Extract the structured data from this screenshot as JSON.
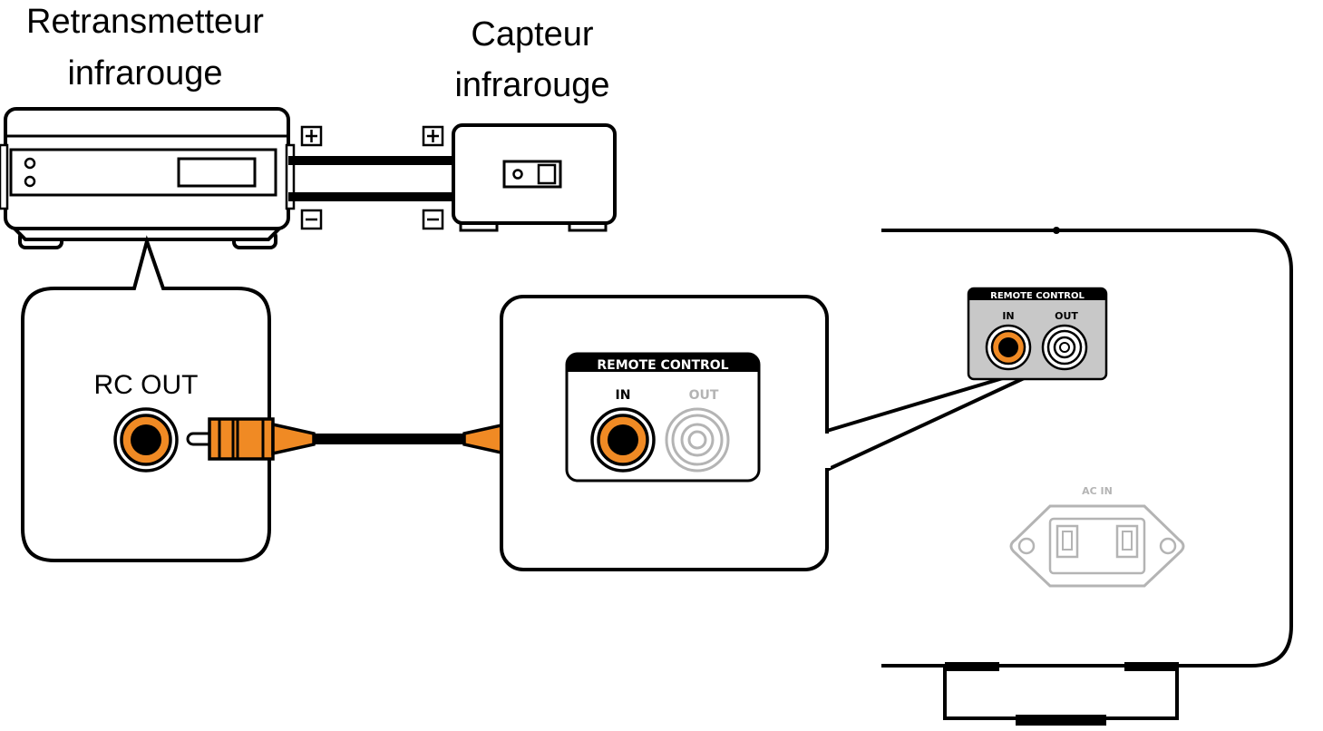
{
  "labels": {
    "retransmitter_line1": "Retransmetteur",
    "retransmitter_line2": "infrarouge",
    "sensor_line1": "Capteur",
    "sensor_line2": "infrarouge",
    "rc_out": "RC OUT",
    "remote_control": "REMOTE CONTROL",
    "in": "IN",
    "out": "OUT",
    "ac_in": "AC IN",
    "plus": "+",
    "minus": "−"
  },
  "colors": {
    "connector_orange": "#f08a24",
    "outline": "#000000",
    "panel_gray": "#c8c8c8",
    "disabled_gray": "#b4b4b4"
  }
}
